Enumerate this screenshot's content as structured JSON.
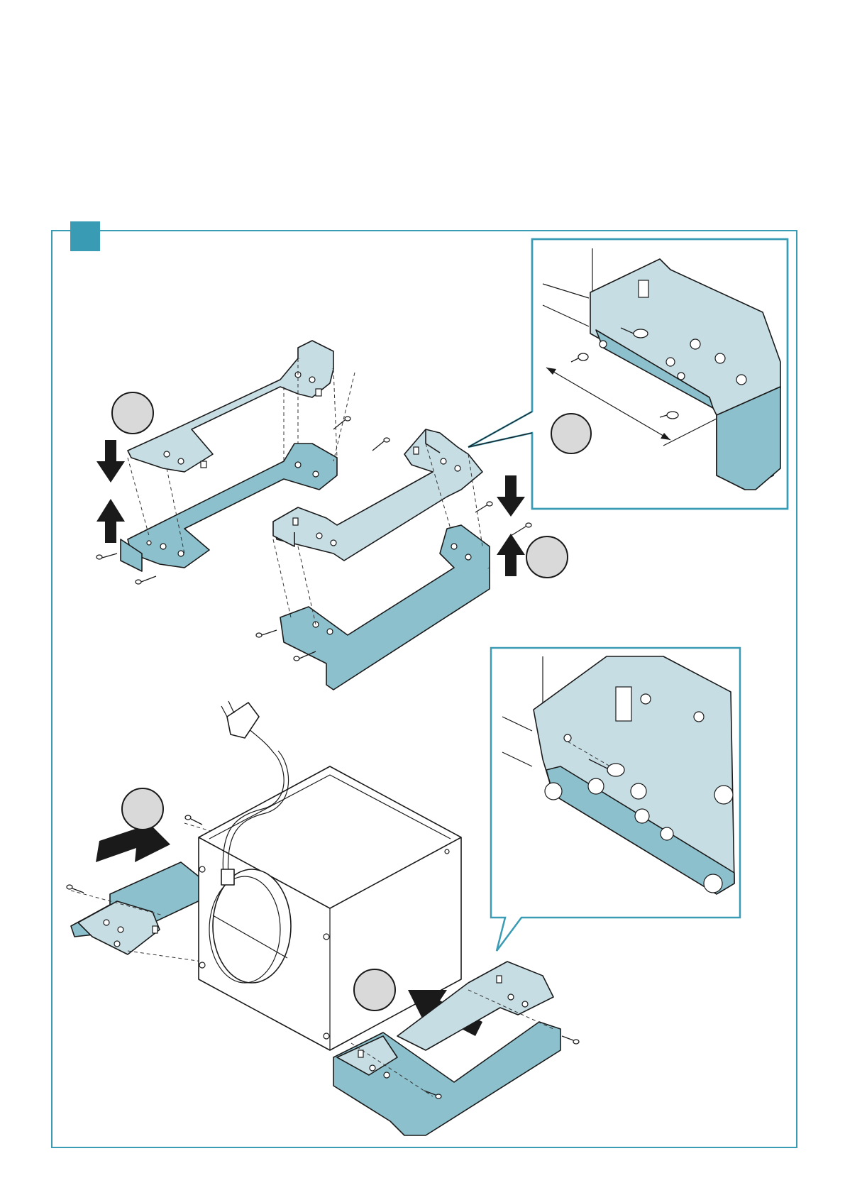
{
  "colors": {
    "accent": "#3a9bb5",
    "part_light": "#c6dde3",
    "part_dark": "#8cc0cc",
    "badge_fill": "#d9d9d9",
    "arrow": "#1a1a1a"
  },
  "step_marker": {
    "icon": "step-square-icon"
  },
  "views": [
    {
      "id": "bracket-assembly-top",
      "icon": "mounting-bracket-icon"
    },
    {
      "id": "bracket-assembly-middle",
      "icon": "mounting-bracket-icon"
    },
    {
      "id": "motor-box-assembly",
      "icon": "motor-housing-icon"
    },
    {
      "id": "detail-zoom-top",
      "icon": "magnifier-detail-icon"
    },
    {
      "id": "detail-zoom-bottom",
      "icon": "magnifier-detail-icon"
    }
  ]
}
